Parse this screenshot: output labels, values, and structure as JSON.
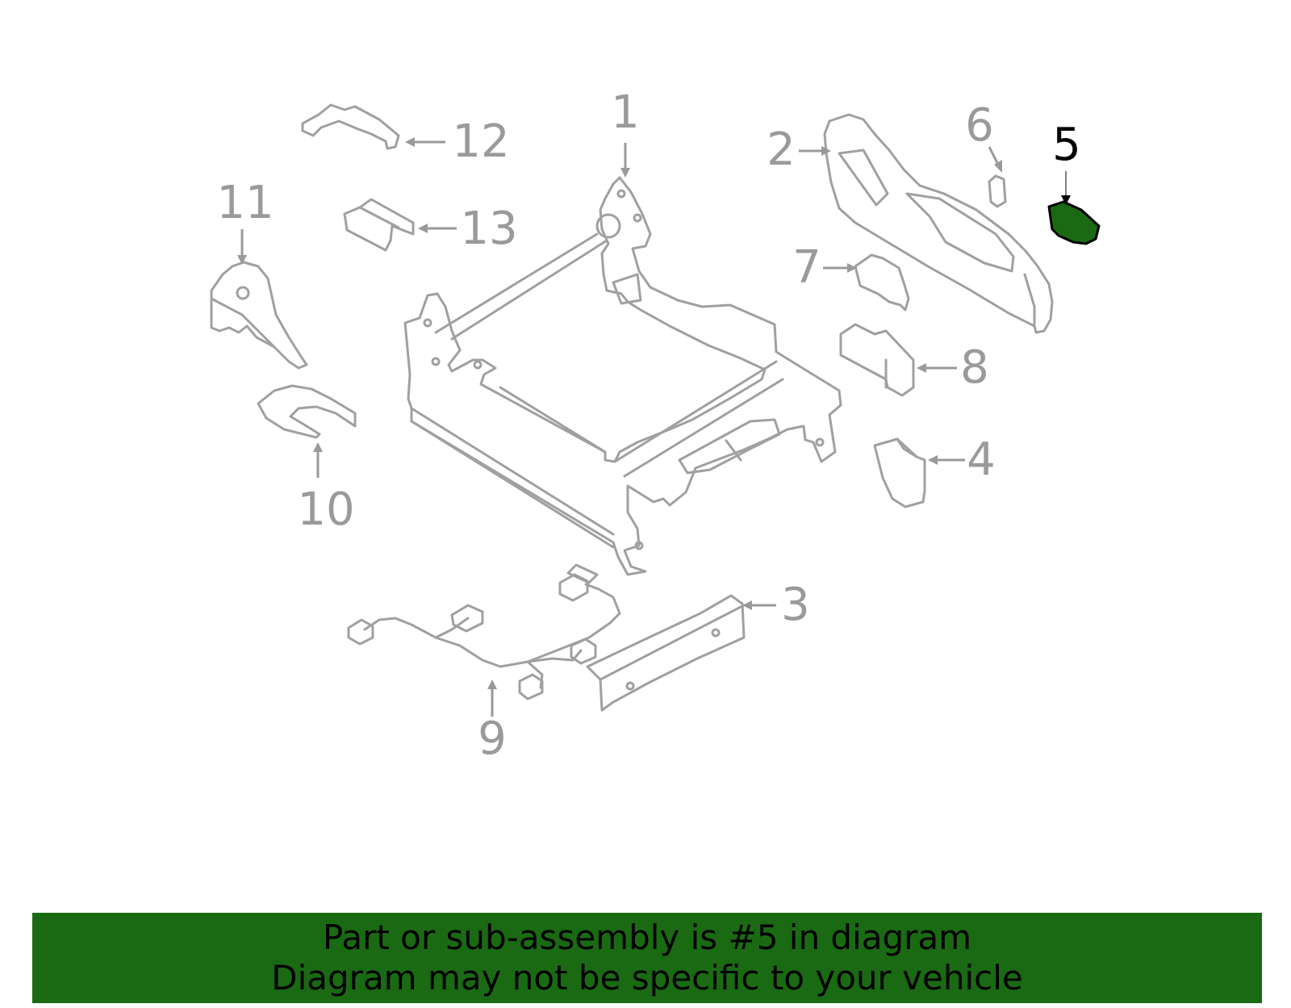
{
  "callouts": {
    "c1": "1",
    "c2": "2",
    "c3": "3",
    "c4": "4",
    "c5": "5",
    "c6": "6",
    "c7": "7",
    "c8": "8",
    "c9": "9",
    "c10": "10",
    "c11": "11",
    "c12": "12",
    "c13": "13"
  },
  "highlighted_part": "5",
  "colors": {
    "highlight": "#1a6a13",
    "line": "#a0a0a0",
    "label": "#9a9a9a"
  },
  "banner": {
    "line1": "Part or sub-assembly is #5 in diagram",
    "line2": "Diagram may not be specific to your vehicle"
  }
}
